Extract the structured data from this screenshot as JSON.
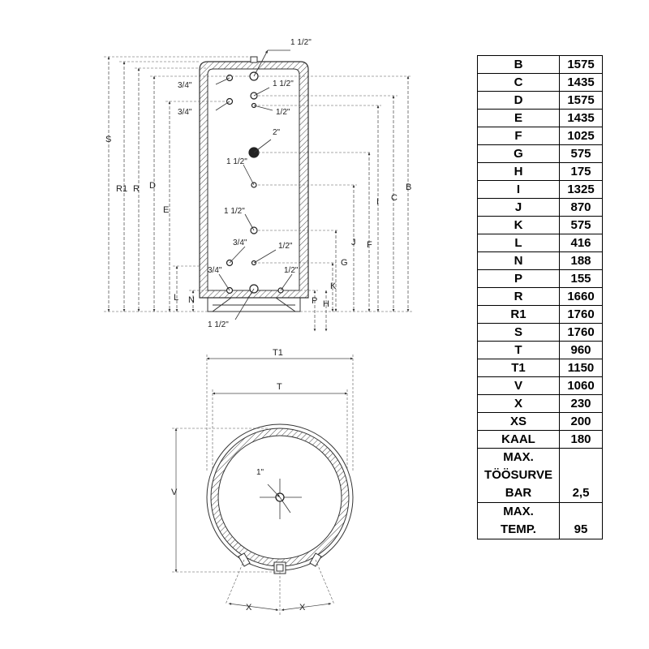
{
  "side_view": {
    "pipe_labels": [
      "1 1/2\"",
      "3/4\"",
      "1 1/2\"",
      "3/4\"",
      "1/2\"",
      "2\"",
      "1 1/2\"",
      "1 1/2\"",
      "3/4\"",
      "1/2\"",
      "3/4\"",
      "1/2\"",
      "1 1/2\""
    ],
    "left_dim_labels": [
      "S",
      "R1",
      "R",
      "D",
      "E",
      "L",
      "N"
    ],
    "right_dim_labels": [
      "B",
      "C",
      "I",
      "F",
      "J",
      "G",
      "K",
      "P",
      "H"
    ]
  },
  "top_view": {
    "dim_labels": [
      "T1",
      "T",
      "V",
      "X",
      "X"
    ],
    "pipe_label": "1\""
  },
  "specs": [
    {
      "key": "B",
      "value": "1575"
    },
    {
      "key": "C",
      "value": "1435"
    },
    {
      "key": "D",
      "value": "1575"
    },
    {
      "key": "E",
      "value": "1435"
    },
    {
      "key": "F",
      "value": "1025"
    },
    {
      "key": "G",
      "value": "575"
    },
    {
      "key": "H",
      "value": "175"
    },
    {
      "key": "I",
      "value": "1325"
    },
    {
      "key": "J",
      "value": "870"
    },
    {
      "key": "K",
      "value": "575"
    },
    {
      "key": "L",
      "value": "416"
    },
    {
      "key": "N",
      "value": "188"
    },
    {
      "key": "P",
      "value": "155"
    },
    {
      "key": "R",
      "value": "1660"
    },
    {
      "key": "R1",
      "value": "1760"
    },
    {
      "key": "S",
      "value": "1760"
    },
    {
      "key": "T",
      "value": "960"
    },
    {
      "key": "T1",
      "value": "1150"
    },
    {
      "key": "V",
      "value": "1060"
    },
    {
      "key": "X",
      "value": "230"
    },
    {
      "key": "XS",
      "value": "200"
    },
    {
      "key": "KAAL",
      "value": "180"
    }
  ],
  "specs_multi": [
    {
      "key_lines": [
        "MAX.",
        "TÖÖSURVE",
        "BAR"
      ],
      "value": "2,5"
    },
    {
      "key_lines": [
        "MAX.",
        "TEMP."
      ],
      "value": "95"
    }
  ]
}
